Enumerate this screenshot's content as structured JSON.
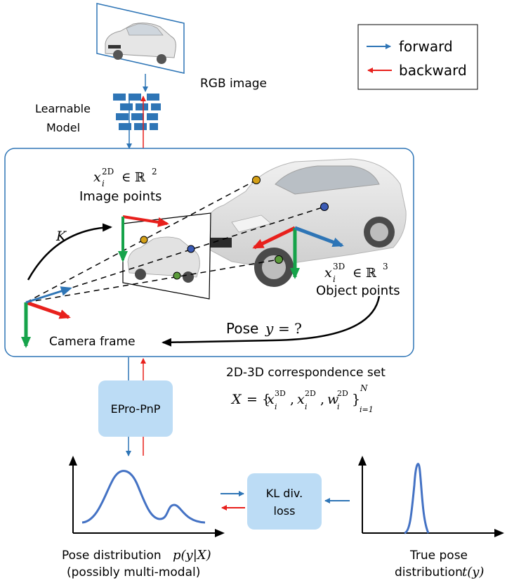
{
  "legend": {
    "forward": "forward",
    "backward": "backward"
  },
  "labels": {
    "rgb_image": "RGB image",
    "learnable_line1": "Learnable",
    "learnable_line2": "Model",
    "image_points_math_x": "x",
    "image_points_math_sub": "i",
    "image_points_math_sup": "2D",
    "image_points_math_rel": "∈ ℝ",
    "image_points_math_dim": "2",
    "image_points": "Image points",
    "object_points_math_x": "x",
    "object_points_math_sub": "i",
    "object_points_math_sup": "3D",
    "object_points_math_rel": "∈ ℝ",
    "object_points_math_dim": "3",
    "object_points": "Object points",
    "K": "K",
    "pose_text": "Pose",
    "pose_var": "y",
    "pose_rest": "= ?",
    "camera_frame": "Camera frame",
    "correspondence_title": "2D-3D correspondence set",
    "set_X": "X",
    "set_eq": "= {",
    "set_x1": "x",
    "set_x1_sup": "3D",
    "set_x2": "x",
    "set_x2_sup": "2D",
    "set_w": "w",
    "set_w_sup": "2D",
    "set_sub_i": "i",
    "set_close": "}",
    "set_N": "N",
    "set_range": "i=1",
    "set_comma": ",",
    "epro_pnp": "EPro-PnP",
    "kl_line1": "KL div.",
    "kl_line2": "loss",
    "pose_dist_line1": "Pose distribution",
    "pose_dist_func": "p(y|X)",
    "pose_dist_line2": "(possibly multi-modal)",
    "true_pose_line1": "True pose",
    "true_pose_line2": "distribution",
    "true_pose_func": "t(y)"
  },
  "colors": {
    "forward": "#2e75b6",
    "backward": "#e8201c",
    "box_outline": "#2e75b6",
    "module_fill": "#bcdcf5",
    "curve": "#4472c4",
    "axis_green": "#16a34a",
    "point_gold": "#d4a017",
    "point_blue": "#3b5bb5",
    "point_green": "#5a9a3a"
  }
}
